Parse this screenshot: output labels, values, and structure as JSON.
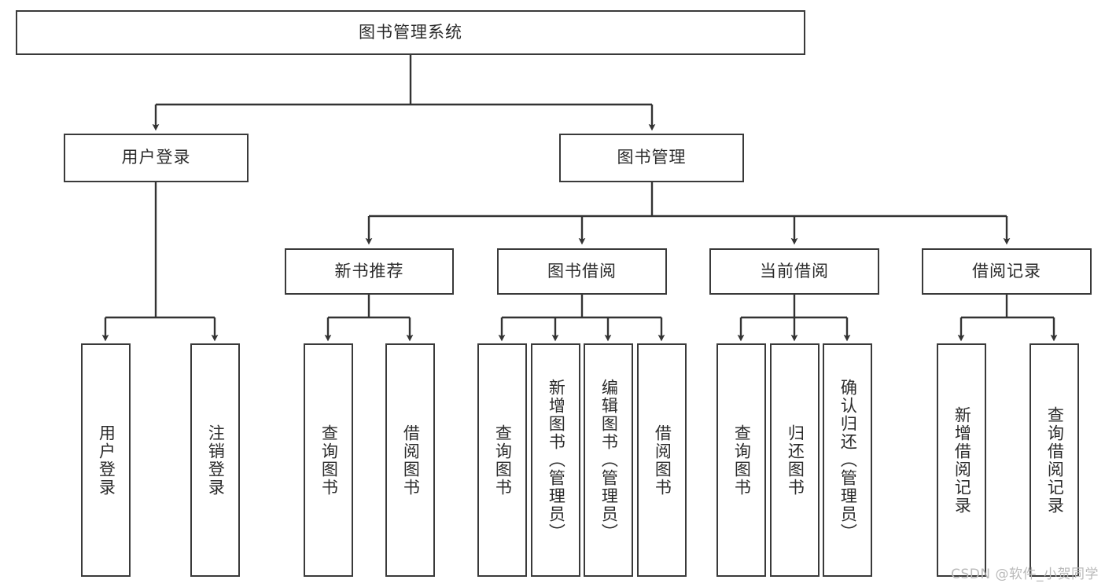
{
  "diagram": {
    "title": "图书管理系统",
    "type": "functional-structure-tree",
    "stroke_color": "#3a3a3a",
    "text_color": "#2b2b2b",
    "background_color": "#ffffff"
  },
  "root": {
    "label": "图书管理系统"
  },
  "level2": [
    {
      "label": "用户登录"
    },
    {
      "label": "图书管理"
    }
  ],
  "level3": [
    {
      "label": "新书推荐"
    },
    {
      "label": "图书借阅"
    },
    {
      "label": "当前借阅"
    },
    {
      "label": "借阅记录"
    }
  ],
  "leaves": {
    "user_login": [
      {
        "label": "用户登录"
      },
      {
        "label": "注销登录"
      }
    ],
    "new_book": [
      {
        "label": "查询图书"
      },
      {
        "label": "借阅图书"
      }
    ],
    "book_borrow": [
      {
        "label": "查询图书"
      },
      {
        "label": "新增图书（管理员）"
      },
      {
        "label": "编辑图书（管理员）"
      },
      {
        "label": "借阅图书"
      }
    ],
    "current_borrow": [
      {
        "label": "查询图书"
      },
      {
        "label": "归还图书"
      },
      {
        "label": "确认归还（管理员）"
      }
    ],
    "borrow_record": [
      {
        "label": "新增借阅记录"
      },
      {
        "label": "查询借阅记录"
      }
    ]
  },
  "watermark": {
    "text": "CSDN @软件_小贺同学"
  }
}
